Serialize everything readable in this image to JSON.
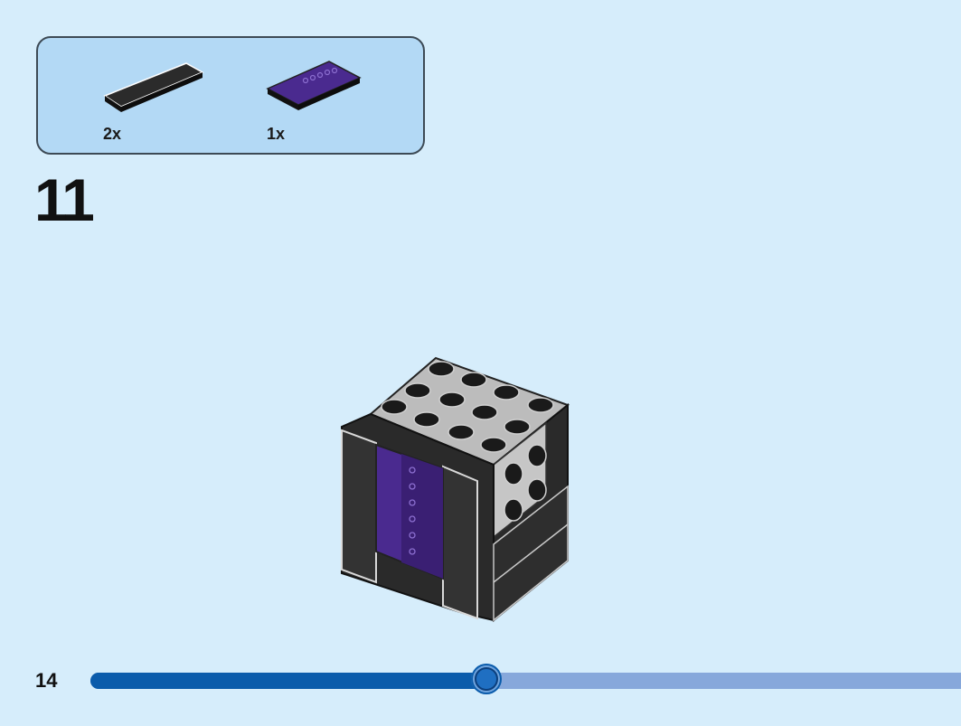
{
  "parts_list": {
    "items": [
      {
        "quantity": "2x",
        "icon": "black-flat-tile-icon",
        "color": "#1c1c1c"
      },
      {
        "quantity": "1x",
        "icon": "purple-printed-tile-icon",
        "color": "#4a2a8f"
      }
    ]
  },
  "step": {
    "number": "11"
  },
  "model": {
    "icon": "brick-model-icon"
  },
  "footer": {
    "page_number": "14",
    "progress": 0.455,
    "colors": {
      "track": "#87a8db",
      "fill": "#0b5cab"
    }
  }
}
